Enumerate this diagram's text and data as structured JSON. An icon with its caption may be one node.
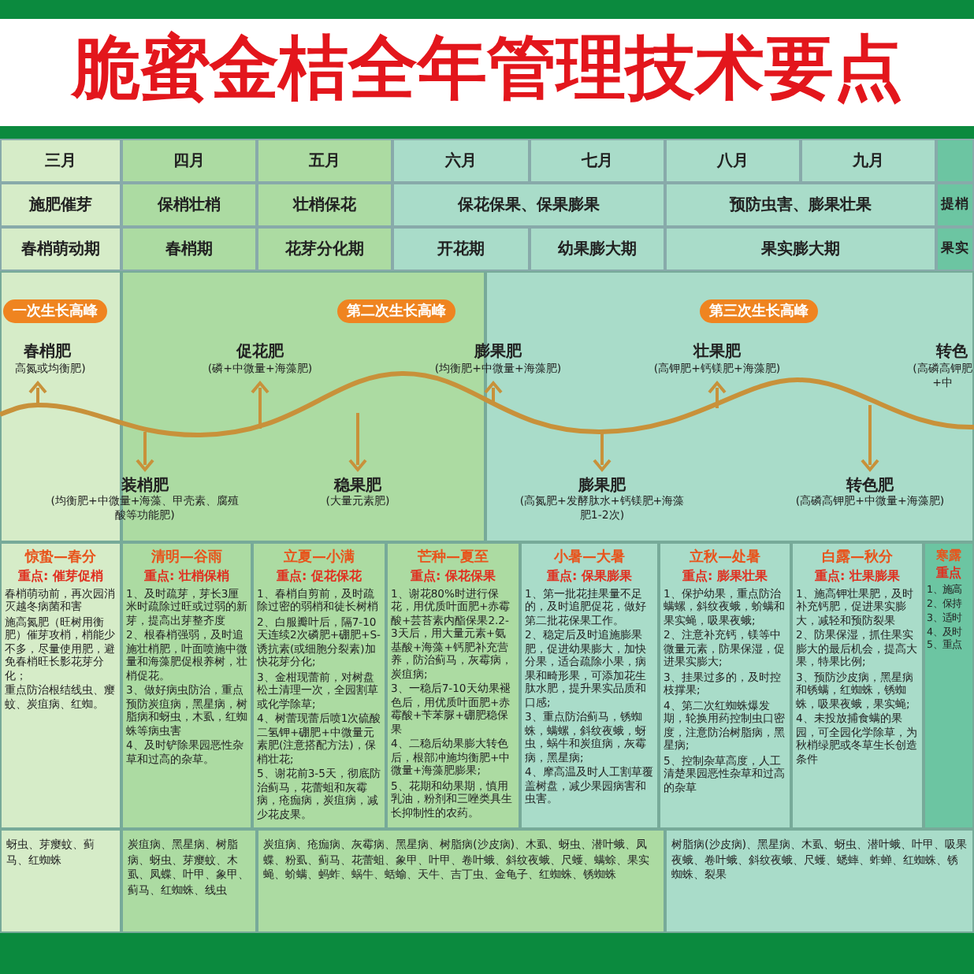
{
  "diagram": {
    "title": "脆蜜金桔全年管理技术要点",
    "labels": [
      "三月",
      "四月",
      "五月",
      "六月",
      "七月",
      "八月",
      "九月",
      "施肥催芽",
      "保梢壮梢",
      "壮梢保花",
      "保花保果、保果膨果",
      "预防虫害、膨果壮果",
      "提梢",
      "春梢萌动期",
      "春梢期",
      "花芽分化期",
      "开花期",
      "幼果膨大期",
      "果实膨大期",
      "果实",
      "一次生长高峰",
      "第二次生长高峰",
      "第三次生长高峰",
      "春梢肥",
      "高氮或均衡肥)",
      "促花肥",
      "(磷+中微量+海藻肥)",
      "膨果肥",
      "(均衡肥+中微量+海藻肥)",
      "壮果肥",
      "(高钾肥+钙镁肥+海藻肥)",
      "转色",
      "(高磷高钾肥+中",
      "装梢肥",
      "(均衡肥+中微量+海藻、甲壳素、腐殖酸等功能肥)",
      "稳果肥",
      "(大量元素肥)",
      "膨果肥",
      "(高氮肥+发酵肽水+钙镁肥+海藻肥1-2次)",
      "转色肥",
      "(高磷高钾肥+中微量+海藻肥)",
      "惊蛰—春分",
      "重点: 催芽促梢",
      "春梢萌动前，再次园消灭越冬病菌和害",
      "施高氮肥（旺树用衡肥）催芽攻梢，梢能少不多，尽量使用肥，避免春梢旺长影花芽分化；",
      "重点防治根结线虫、瘿蚊、炭疽病、红蜘。",
      "清明—谷雨",
      "重点: 壮梢保梢",
      "1、及时疏芽，芽长3厘米时疏除过旺或过弱的新芽，提高出芽整齐度",
      "2、根春梢强弱，及时追施壮梢肥，叶面喷施中微量和海藻肥促根养树，壮梢促花。",
      "3、做好病虫防治，重点预防炭疽病，黑星病，树脂病和蚜虫，木虱，红蜘蛛等病虫害",
      "4、及时铲除果园恶性杂草和过高的杂草。",
      "立夏—小满",
      "重点: 促花保花",
      "1、春梢自剪前，及时疏除过密的弱梢和徒长树梢",
      "2、白服瓣叶后，隔7-10天连续2次磷肥+硼肥+S-诱抗素(或细胞分裂素)加快花芽分化;",
      "3、金柑现蕾前，对树盘松土清理一次，全园割草或化学除草;",
      "4、树蕾现蕾后喷1次硫酸二氢钾+硼肥+中微量元素肥(注意搭配方法)，保梢壮花;",
      "5、谢花前3-5天，彻底防治蓟马，花蕾蛆和灰霉病，疮痂病，炭疽病，减少花皮果。",
      "芒种—夏至",
      "重点: 保花保果",
      "1、谢花80%时进行保花，用优质叶面肥+赤霉酸+芸苔素内酯保果2.2-3天后，用大量元素+氨基酸+海藻+钙肥补充营养，防治蓟马，灰霉病，炭疽病;",
      "3、一稳后7-10天幼果褪色后，用优质叶面肥+赤霉酸+苄苯脲+硼肥稳保果",
      "4、二稳后幼果膨大转色后，根部冲施均衡肥+中微量+海藻肥膨果;",
      "5、花期和幼果期，慎用乳油，粉剂和三唑类具生长抑制性的农药。",
      "小暑—大暑",
      "重点: 保果膨果",
      "1、第一批花挂果量不足的，及时追肥促花，做好第二批花保果工作。",
      "2、稳定后及时追施膨果肥，促进幼果膨大，加快分果，适合疏除小果，病果和畸形果，可添加花生肽水肥，提升果实品质和口感;",
      "3、重点防治蓟马，锈蜘蛛，螨螺，斜纹夜蛾，蚜虫，蜗牛和炭疽病，灰霉病，黑星病;",
      "4、摩高温及时人工割草覆盖树盘，减少果园病害和虫害。",
      "立秋—处暑",
      "重点: 膨果壮果",
      "1、保护幼果，重点防治螨螺，斜纹夜蛾，蚧螨和果实蝇，吸果夜蛾;",
      "2、注意补充钙，镁等中微量元素，防果保湿，促进果实膨大;",
      "3、挂果过多的，及时控枝撑果;",
      "4、第二次红蜘蛛爆发期，轮换用药控制虫口密度，注意防治树脂病，黑星病;",
      "5、控制杂草高度，人工清楚果园恶性杂草和过高的杂草",
      "白露—秋分",
      "重点: 壮果膨果",
      "1、施高钾壮果肥，及时补充钙肥，促进果实膨大，减轻和预防裂果",
      "2、防果保湿，抓住果实膨大的最后机会，提高大果，特果比例;",
      "3、预防沙皮病，黑星病和锈螨，红蜘蛛，锈蜘蛛，吸果夜蛾，果实蝇;",
      "4、未投放捕食螨的果园，可全园化学除草，为秋梢绿肥或冬草生长创造条件",
      "寒露",
      "重点",
      "1、施高",
      "2、保持",
      "3、适时",
      "4、及时",
      "5、重点",
      "蚜虫、芽瘿蚊、蓟马、红蜘蛛",
      "炭疽病、黑星病、树脂病、蚜虫、芽瘿蚊、木虱、凤蝶、叶甲、象甲、蓟马、红蜘蛛、线虫",
      "炭疽病、疮痂病、灰霉病、黑星病、树脂病(沙皮病)、木虱、蚜虫、潜叶蛾、凤蝶、粉虱、蓟马、花蕾蛆、象甲、叶甲、卷叶蛾、斜纹夜蛾、尺蠖、螨蜍、果实蝇、蚧螨、蚂蚱、蜗牛、蛞蝓、天牛、吉丁虫、金龟子、红蜘蛛、锈蜘蛛",
      "树脂病(沙皮病)、黑星病、木虱、蚜虫、潜叶蛾、叶甲、吸果夜蛾、卷叶蛾、斜纹夜蛾、尺蠖、蟋蟀、蚱蝉、红蜘蛛、锈蜘蛛、裂果"
    ]
  }
}
